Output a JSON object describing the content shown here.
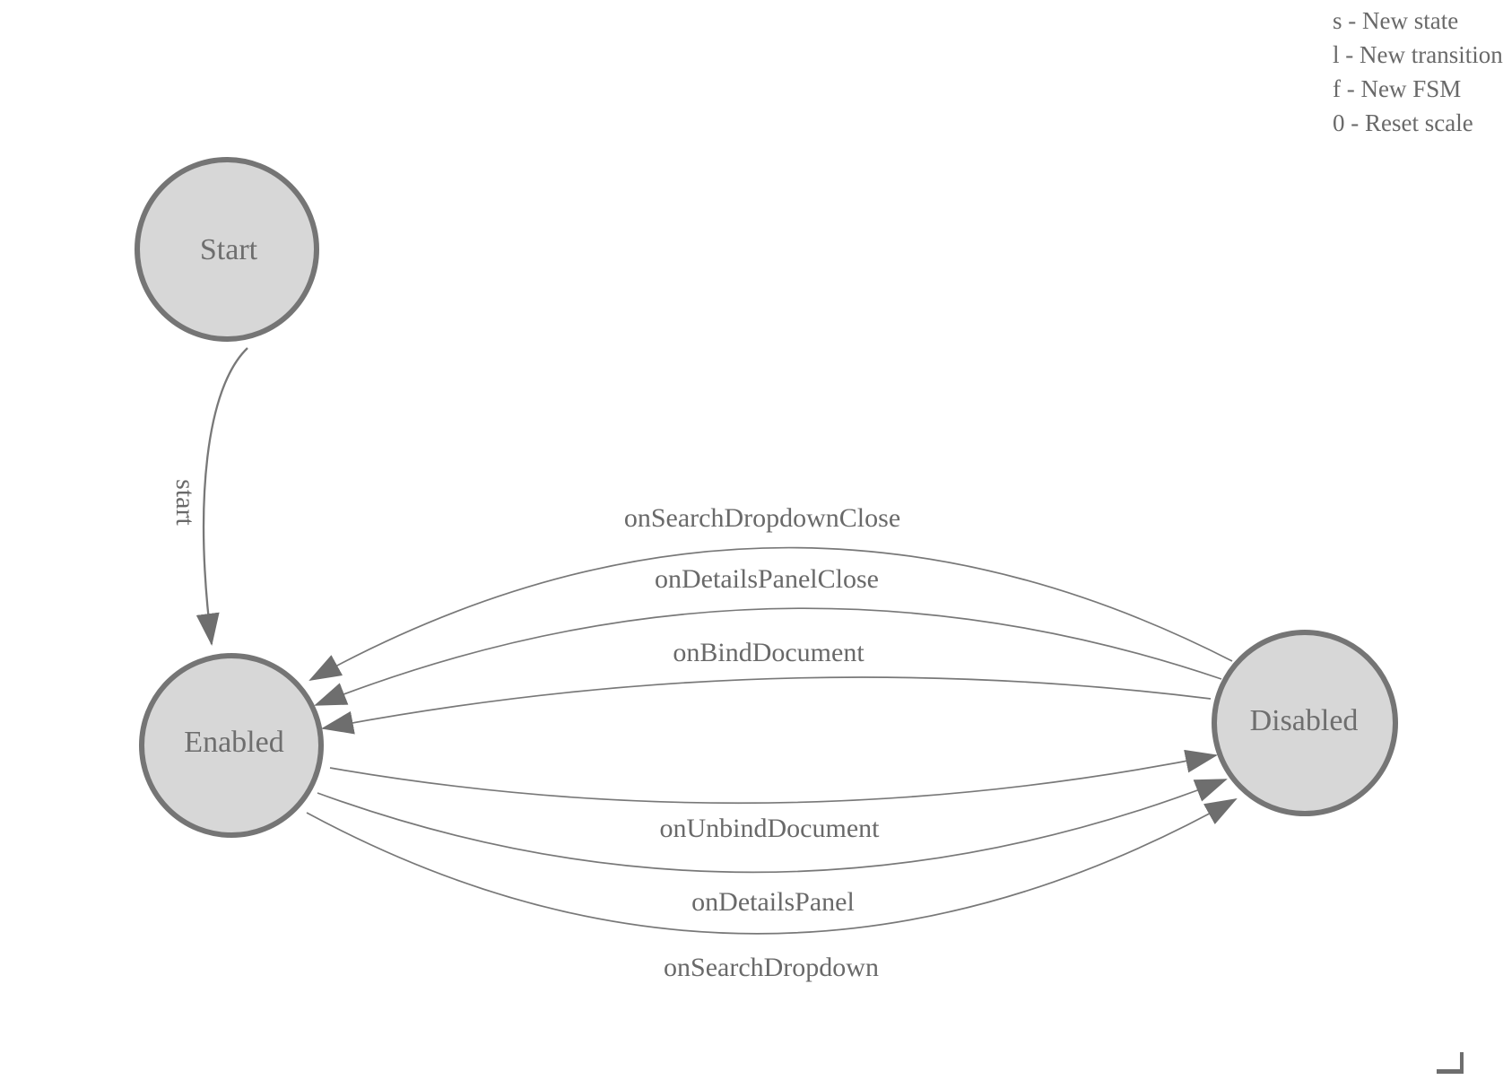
{
  "diagram": {
    "kind": "finite-state-machine",
    "states": [
      {
        "id": "start",
        "label": "Start"
      },
      {
        "id": "enabled",
        "label": "Enabled"
      },
      {
        "id": "disabled",
        "label": "Disabled"
      }
    ],
    "transitions": [
      {
        "label": "start",
        "from": "Start",
        "to": "Enabled"
      },
      {
        "label": "onSearchDropdownClose",
        "from": "Disabled",
        "to": "Enabled"
      },
      {
        "label": "onDetailsPanelClose",
        "from": "Disabled",
        "to": "Enabled"
      },
      {
        "label": "onBindDocument",
        "from": "Disabled",
        "to": "Enabled"
      },
      {
        "label": "onUnbindDocument",
        "from": "Enabled",
        "to": "Disabled"
      },
      {
        "label": "onDetailsPanel",
        "from": "Enabled",
        "to": "Disabled"
      },
      {
        "label": "onSearchDropdown",
        "from": "Enabled",
        "to": "Disabled"
      }
    ]
  },
  "legend": {
    "items": [
      "s - New state",
      "l - New transition",
      "f - New FSM",
      "0 - Reset scale"
    ]
  },
  "colors": {
    "state_fill": "#d7d7d7",
    "state_stroke": "#757575",
    "edge_stroke": "#787878",
    "arrow_fill": "#6e6e6e",
    "text": "#696969",
    "background": "#ffffff"
  }
}
